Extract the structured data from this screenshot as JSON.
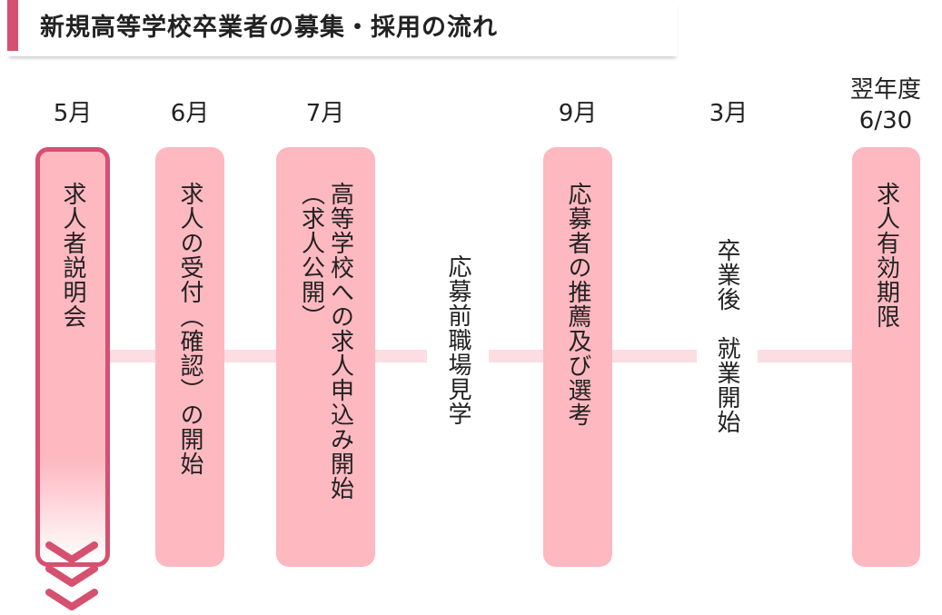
{
  "title": "新規高等学校卒業者の募集・採用の流れ",
  "months": [
    "5月",
    "6月",
    "7月",
    "9月",
    "3月"
  ],
  "final_month": {
    "line1": "翌年度",
    "line2": "6/30"
  },
  "steps": {
    "info_session": "求人者説明会",
    "acceptance": "求人の受付（確認）の開始",
    "application_a": "高等学校への求人申込み開始",
    "application_b": "（求人公開）",
    "workplace_visit": "応募前職場見学",
    "recommendation": "応募者の推薦及び選考",
    "graduation": "卒業後　就業開始",
    "validity": "求人有効期限"
  },
  "colors": {
    "accent": "#d6506f",
    "box": "#fdb8c0",
    "connector": "#fbdde2"
  },
  "icons": {
    "down_arrow": "chevron-down-icon"
  }
}
